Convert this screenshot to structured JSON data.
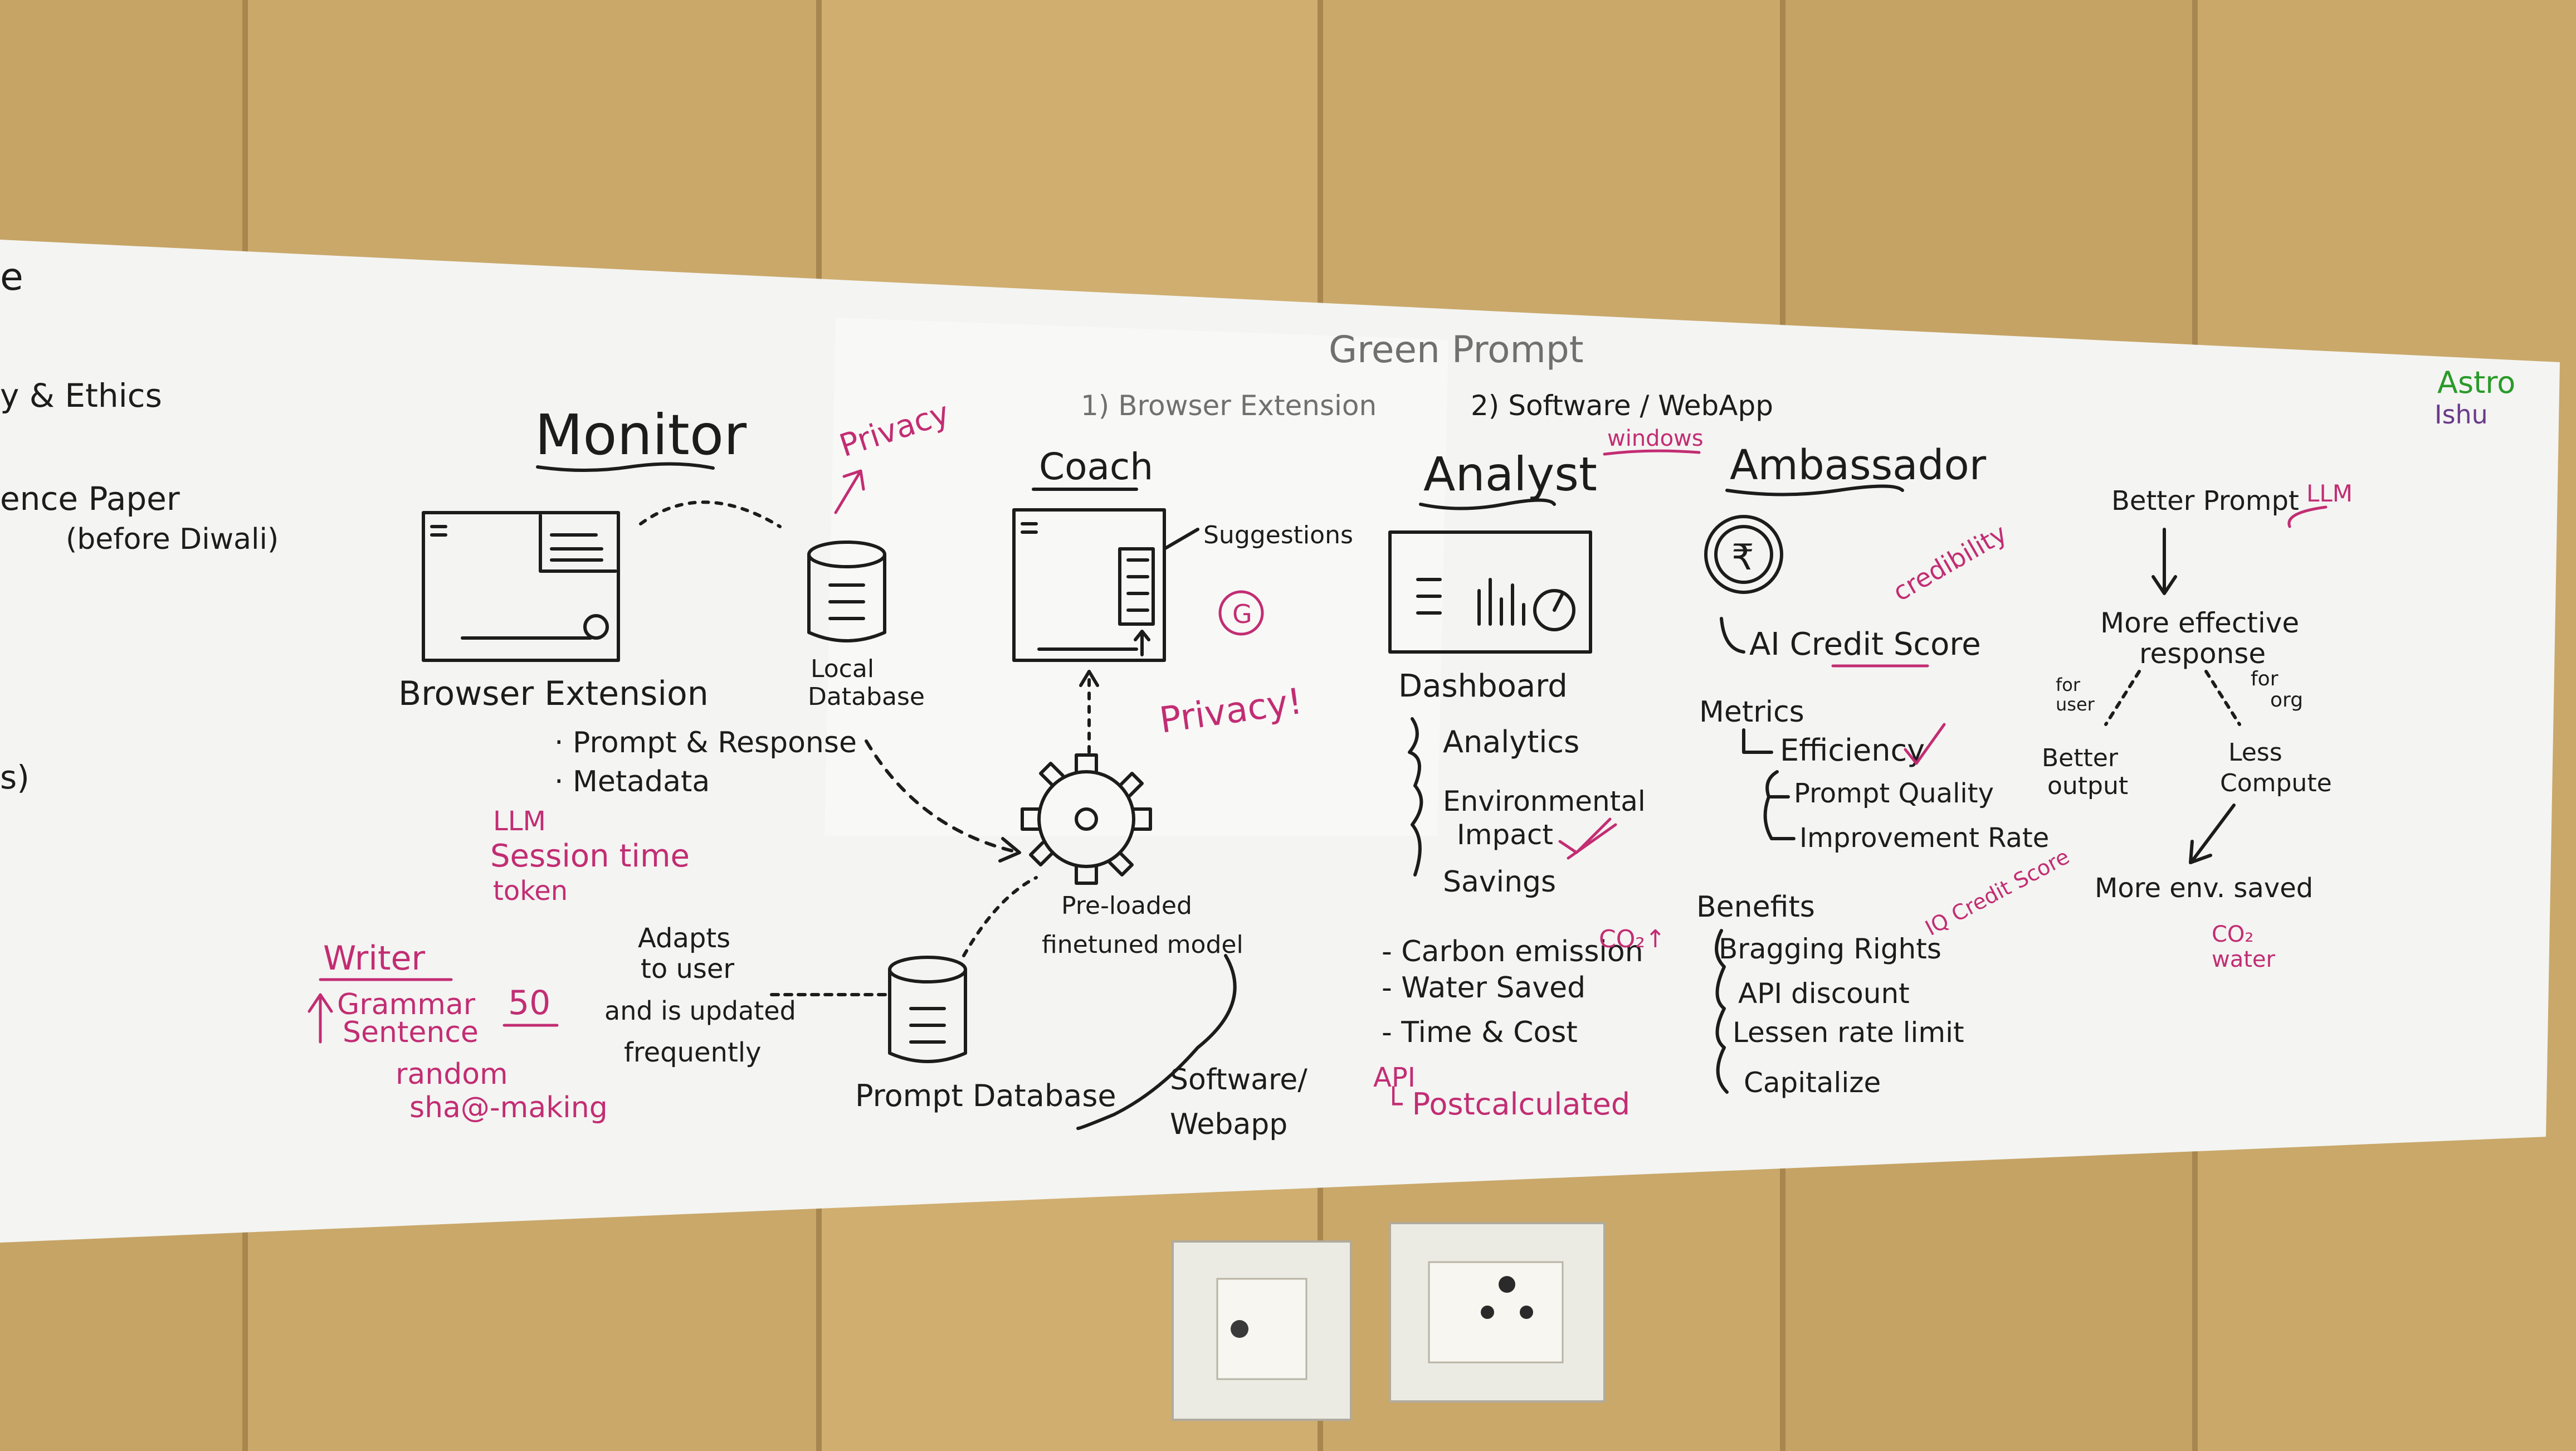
{
  "colors": {
    "wall": "#c9a86a",
    "wall_seam": "#a8874f",
    "board": "#f4f4f2",
    "ink_black": "#1c1c1c",
    "ink_pink": "#c22d73",
    "ink_grey": "#707070",
    "ink_green": "#2a9a2a",
    "ink_purple": "#6a3a8a",
    "socket_plate": "#ecebe3"
  },
  "left_edge": {
    "line1": "e",
    "line2": "y & Ethics",
    "line3": "ence Paper",
    "line4": "(before Diwali)",
    "line5": "s)"
  },
  "header": {
    "title": "Green Prompt",
    "option1": "1) Browser Extension",
    "option2": "2) Software / WebApp",
    "option2_note": "windows"
  },
  "astro": {
    "name1": "Astro",
    "name2": "Ishu"
  },
  "monitor": {
    "title": "Monitor",
    "privacy": "Privacy",
    "browser_extension": "Browser Extension",
    "bullet1": "· Prompt & Response",
    "bullet2": "· Metadata",
    "pink1": "LLM",
    "pink2": "Session time",
    "pink3": "token",
    "local_db_1": "Local",
    "local_db_2": "Database"
  },
  "writer": {
    "title": "Writer",
    "grammar": "Grammar",
    "sentence": "Sentence",
    "num": "50",
    "random1": "random",
    "random2": "sha@-making"
  },
  "coach": {
    "title": "Coach",
    "suggestions": "Suggestions",
    "circle": "G",
    "privacy": "Privacy!",
    "preloaded1": "Pre-loaded",
    "preloaded2": "finetuned model",
    "adapts1": "Adapts",
    "adapts2": "to user",
    "adapts3": "and is updated",
    "adapts4": "frequently",
    "prompt_db": "Prompt Database",
    "software1": "Software/",
    "software2": "Webapp"
  },
  "analyst": {
    "title": "Analyst",
    "dashboard": "Dashboard",
    "analytics": "Analytics",
    "env1": "Environmental",
    "env2": "Impact",
    "savings": "Savings",
    "carbon": "- Carbon emission",
    "co2": "CO₂↑",
    "water": "- Water Saved",
    "time": "- Time & Cost",
    "api": "API",
    "postcal": "└ Postcalculated"
  },
  "ambassador": {
    "title": "Ambassador",
    "rupee": "₹",
    "credibility": "credibility",
    "ai_credit": "AI Credit Score",
    "metrics": "Metrics",
    "efficiency": "Efficiency",
    "quality": "Prompt Quality",
    "improvement": "Improvement Rate",
    "credit_score": "IQ Credit Score",
    "benefits": "Benefits",
    "b1": "Bragging Rights",
    "b2": "API discount",
    "b3": "Lessen rate limit",
    "b4": "Capitalize"
  },
  "better_prompt": {
    "title": "Better Prompt",
    "llm": "LLM",
    "more_effective1": "More effective",
    "more_effective2": "response",
    "for_user1": "for",
    "for_user2": "user",
    "for_org1": "for",
    "for_org2": "org",
    "better_output1": "Better",
    "better_output2": "output",
    "less_compute1": "Less",
    "less_compute2": "Compute",
    "more_env": "More env. saved",
    "co2": "CO₂",
    "water": "water"
  }
}
